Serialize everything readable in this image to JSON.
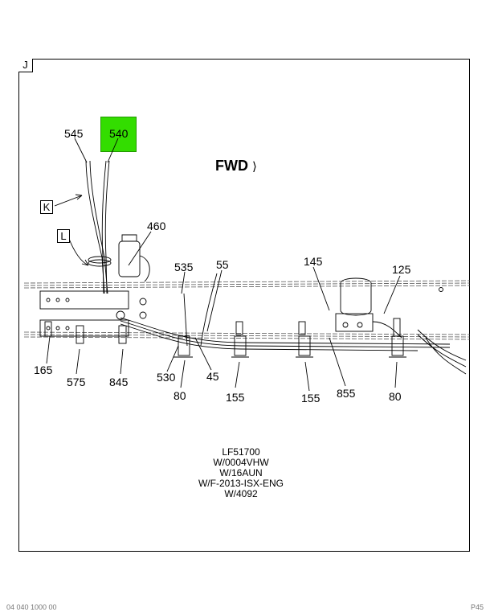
{
  "sheet_tag": "J",
  "direction_label": "FWD",
  "view_refs": [
    "K",
    "L"
  ],
  "callouts": {
    "c545": "545",
    "c540": "540",
    "c460": "460",
    "c535": "535",
    "c55": "55",
    "c145": "145",
    "c125": "125",
    "c165": "165",
    "c575": "575",
    "c845": "845",
    "c530": "530",
    "c80a": "80",
    "c45": "45",
    "c155a": "155",
    "c155b": "155",
    "c855": "855",
    "c80b": "80"
  },
  "highlighted_part": "540",
  "highlight_color": "#33dd00",
  "notes": [
    "LF51700",
    "W/0004VHW",
    "W/16AUN",
    "W/F-2013-ISX-ENG",
    "W/4092"
  ],
  "footer_left": "04 040 1000 00",
  "footer_right": "P45"
}
